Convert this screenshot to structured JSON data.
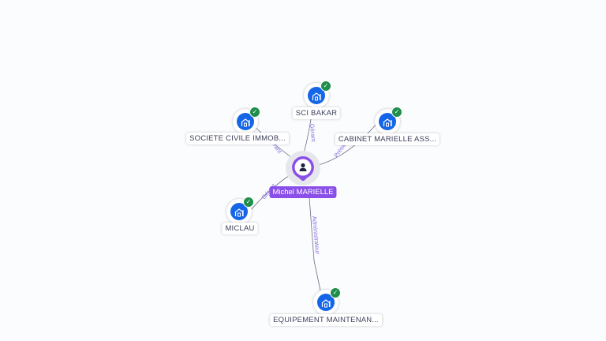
{
  "center": {
    "name": "Michel MARIELLE",
    "icon": "person-icon"
  },
  "nodes": [
    {
      "name": "SCI BAKAR",
      "icon": "building-icon",
      "verified": true,
      "relation": "Gérant"
    },
    {
      "name": "SOCIETE CIVILE IMMOB...",
      "icon": "building-icon",
      "verified": true,
      "relation": "Gérant"
    },
    {
      "name": "CABINET MARIELLE ASS...",
      "icon": "building-icon",
      "verified": true,
      "relation": "Président"
    },
    {
      "name": "MICLAU",
      "icon": "building-icon",
      "verified": true,
      "relation": "Gérant"
    },
    {
      "name": "EQUIPEMENT MAINTENAN...",
      "icon": "building-icon",
      "verified": true,
      "relation": "Administrateur"
    }
  ],
  "colors": {
    "person": "#8a4fe8",
    "company": "#1565e8",
    "verified": "#1e8e4a",
    "edge": "#6b6d80"
  }
}
